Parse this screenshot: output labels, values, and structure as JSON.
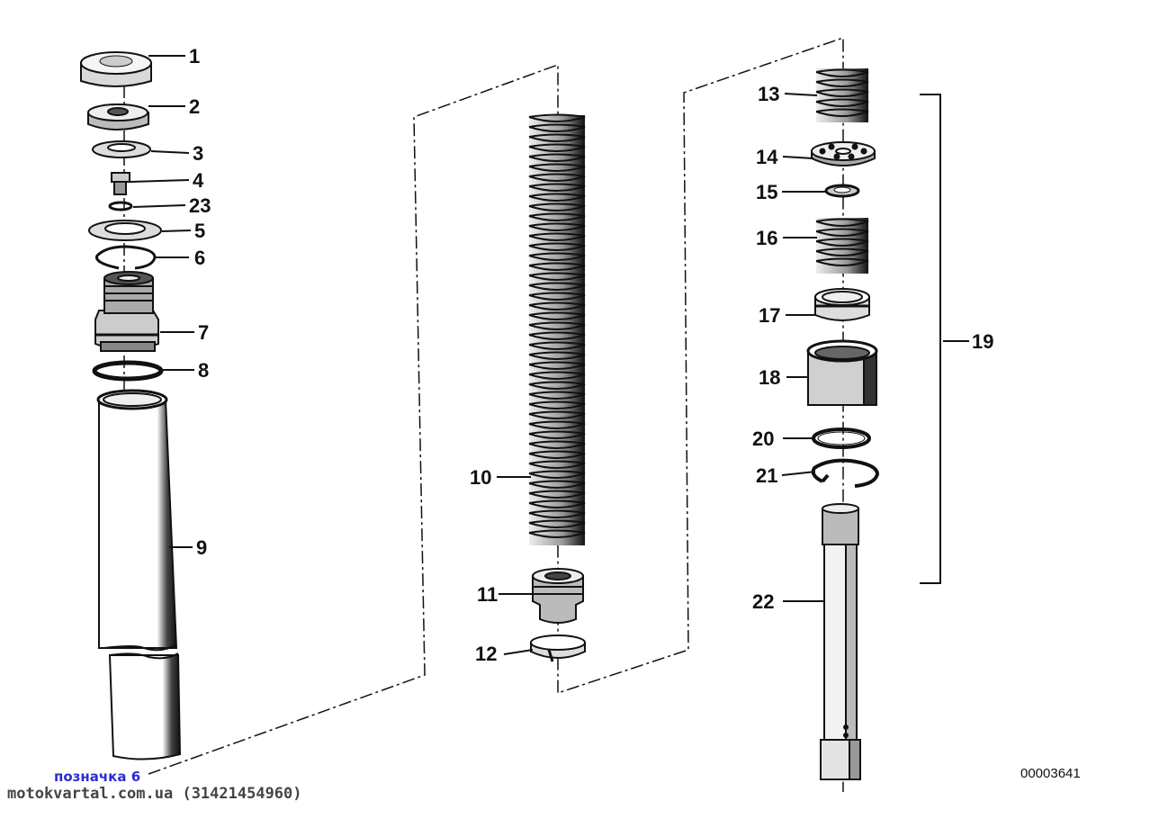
{
  "callouts": {
    "c1": "1",
    "c2": "2",
    "c3": "3",
    "c4": "4",
    "c23": "23",
    "c5": "5",
    "c6": "6",
    "c7": "7",
    "c8": "8",
    "c9": "9",
    "c10": "10",
    "c11": "11",
    "c12": "12",
    "c13": "13",
    "c14": "14",
    "c15": "15",
    "c16": "16",
    "c17": "17",
    "c18": "18",
    "c19": "19",
    "c20": "20",
    "c21": "21",
    "c22": "22"
  },
  "diagram_code": "00003641",
  "footer": {
    "note": "позначка 6",
    "site": "motokvartal.com.ua (31421454960)"
  }
}
